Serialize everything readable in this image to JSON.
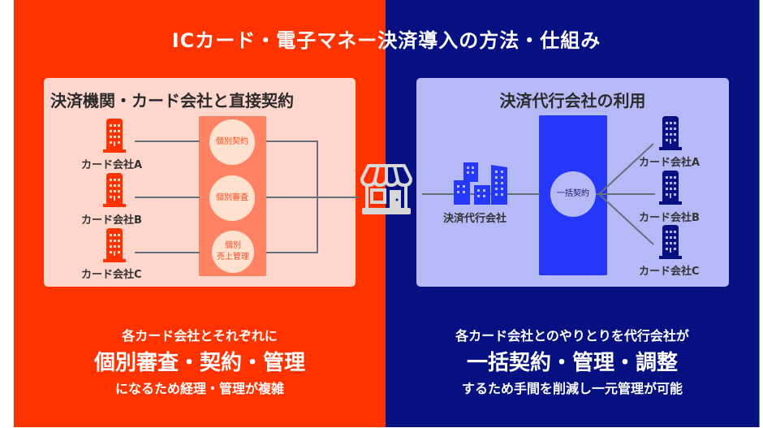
{
  "title": "ICカード・電子マネー決済導入の方法・仕組み",
  "colors": {
    "left_bg": "#fe3300",
    "right_bg": "#061080",
    "left_box": "#ffd6cc",
    "right_box": "#b5baf7",
    "left_column": "#ff8264",
    "right_column": "#2537f8",
    "line": "#66707a",
    "shop_icon": "#d8d8d8"
  },
  "left": {
    "heading": "決済機関・カード会社と直接契約",
    "companies": [
      "カード会社A",
      "カード会社B",
      "カード会社C"
    ],
    "steps": [
      "個別契約",
      "個別審査",
      "個別\n売上管理"
    ],
    "summary": {
      "line1": "各カード会社とそれぞれに",
      "line2": "個別審査・契約・管理",
      "line3": "になるため経理・管理が複雑"
    }
  },
  "center": {
    "icon": "shop-icon"
  },
  "right": {
    "heading": "決済代行会社の利用",
    "agent_label": "決済代行会社",
    "step": "一括契約",
    "companies": [
      "カード会社A",
      "カード会社B",
      "カード会社C"
    ],
    "summary": {
      "line1": "各カード会社とのやりとりを代行会社が",
      "line2": "一括契約・管理・調整",
      "line3": "するため手間を削減し一元管理が可能"
    }
  }
}
